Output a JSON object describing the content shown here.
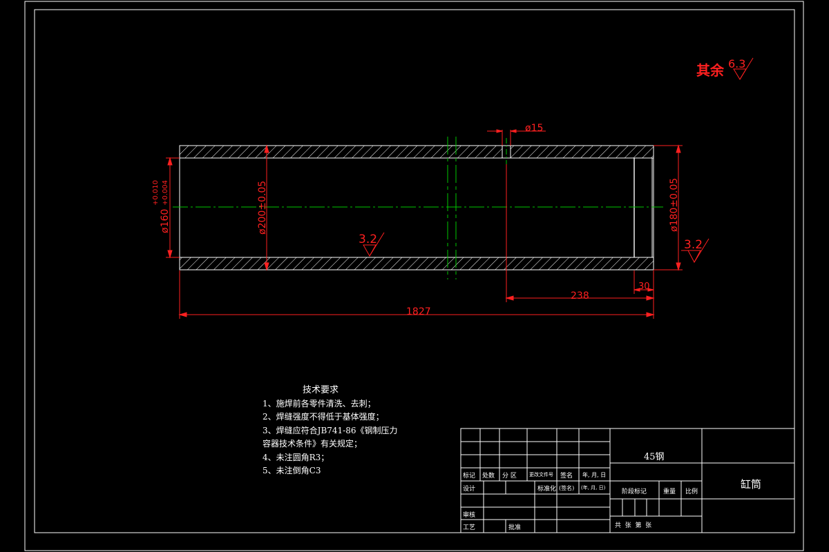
{
  "surface_finish": {
    "general_label": "其余",
    "general_value": "6.3",
    "inner_value": "3.2",
    "end_value": "3.2"
  },
  "dimensions": {
    "hole": "ø15",
    "bore_diameter": "ø160",
    "bore_tol_upper": "+0.010",
    "bore_tol_lower": "+0.004",
    "outer_diameter": "ø200±0.05",
    "end_diameter": "ø180±0.05",
    "hole_position": "238",
    "end_length": "30",
    "total_length": "1827"
  },
  "technical_requirements": {
    "title": "技术要求",
    "items": [
      "1、施焊前各零件清洗、去刺；",
      "2、焊缝强度不得低于基体强度；",
      "3、焊缝应符合JB741-86《钢制压力",
      "容器技术条件》有关规定；",
      "4、未注圆角R3；",
      "5、未注倒角C3"
    ]
  },
  "title_block": {
    "material": "45钢",
    "part_name": "缸筒",
    "labels": {
      "mark": "标记",
      "count": "处数",
      "zone": "分 区",
      "change_doc": "更改文件号",
      "sign": "签名",
      "date": "年, 月, 日",
      "design": "设计",
      "standardize": "标准化",
      "sign2": "(签名)",
      "date2": "(年, 月, 日)",
      "stage_mark": "阶段标记",
      "weight": "重量",
      "scale": "比例",
      "review": "审核",
      "process": "工艺",
      "approve": "批准",
      "sheets": "共  张  第  张"
    }
  },
  "colors": {
    "outline": "#ffffff",
    "hatch": "#ffffff",
    "dimension": "#ff2020",
    "centerline": "#00c800",
    "background": "#000000"
  }
}
